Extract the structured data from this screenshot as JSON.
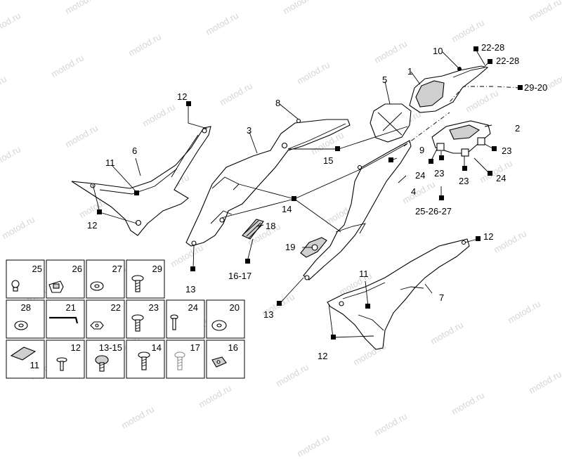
{
  "watermark": "motod.ru",
  "callouts": [
    {
      "id": "c1",
      "text": "1"
    },
    {
      "id": "c2",
      "text": "2"
    },
    {
      "id": "c3",
      "text": "3"
    },
    {
      "id": "c4",
      "text": "4"
    },
    {
      "id": "c5",
      "text": "5"
    },
    {
      "id": "c6",
      "text": "6"
    },
    {
      "id": "c7",
      "text": "7"
    },
    {
      "id": "c8",
      "text": "8"
    },
    {
      "id": "c9",
      "text": "9"
    },
    {
      "id": "c10",
      "text": "10"
    },
    {
      "id": "c11a",
      "text": "11"
    },
    {
      "id": "c11b",
      "text": "11"
    },
    {
      "id": "c12a",
      "text": "12"
    },
    {
      "id": "c12b",
      "text": "12"
    },
    {
      "id": "c12c",
      "text": "12"
    },
    {
      "id": "c12d",
      "text": "12"
    },
    {
      "id": "c13a",
      "text": "13"
    },
    {
      "id": "c13b",
      "text": "13"
    },
    {
      "id": "c14",
      "text": "14"
    },
    {
      "id": "c15",
      "text": "15"
    },
    {
      "id": "c1617",
      "text": "16-17"
    },
    {
      "id": "c18",
      "text": "18"
    },
    {
      "id": "c19",
      "text": "19"
    },
    {
      "id": "c2228a",
      "text": "22-28"
    },
    {
      "id": "c2228b",
      "text": "22-28"
    },
    {
      "id": "c2920",
      "text": "29-20"
    },
    {
      "id": "c23a",
      "text": "23"
    },
    {
      "id": "c23b",
      "text": "23"
    },
    {
      "id": "c23c",
      "text": "23"
    },
    {
      "id": "c24a",
      "text": "24"
    },
    {
      "id": "c24b",
      "text": "24"
    },
    {
      "id": "c252627",
      "text": "25-26-27"
    }
  ],
  "hardware": [
    {
      "label": "25",
      "icon": "screw-small-icon"
    },
    {
      "label": "26",
      "icon": "clip-icon"
    },
    {
      "label": "27",
      "icon": "washer-icon"
    },
    {
      "label": "29",
      "icon": "screw-icon"
    },
    {
      "label": "28",
      "icon": "washer-icon"
    },
    {
      "label": "21",
      "icon": "hex-key-icon"
    },
    {
      "label": "22",
      "icon": "nut-icon"
    },
    {
      "label": "23",
      "icon": "screw-icon"
    },
    {
      "label": "24",
      "icon": "pin-icon"
    },
    {
      "label": "20",
      "icon": "washer-icon"
    },
    {
      "label": "11",
      "icon": "pad-icon"
    },
    {
      "label": "12",
      "icon": "rivet-icon"
    },
    {
      "label": "13-15",
      "icon": "button-screw-icon"
    },
    {
      "label": "14",
      "icon": "screw-icon"
    },
    {
      "label": "17",
      "icon": "screw-light-icon"
    },
    {
      "label": "16",
      "icon": "speed-nut-icon"
    }
  ]
}
